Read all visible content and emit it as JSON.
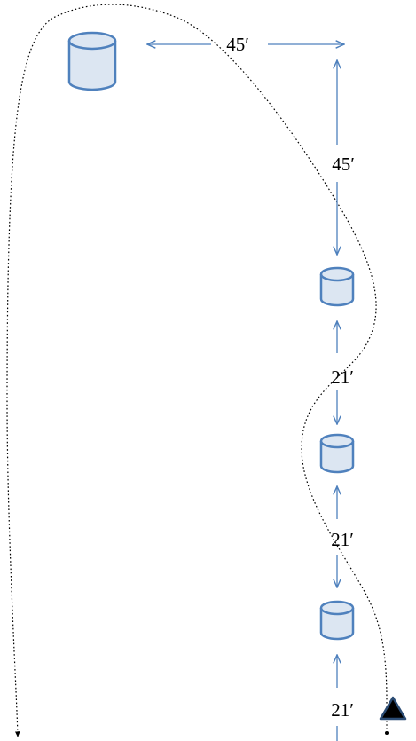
{
  "colors": {
    "barrel_fill": "#dce6f2",
    "barrel_stroke": "#4f81bd",
    "arrow": "#4f81bd",
    "path": "#000000",
    "start_marker_fill": "#000000",
    "start_marker_stroke": "#2c4d75"
  },
  "labels": {
    "top_horizontal": "45′",
    "right_vertical": "45′",
    "gap_upper": "21′",
    "gap_middle": "21′",
    "gap_lower": "21′"
  },
  "icons": {
    "barrel": "cylinder",
    "start": "triangle"
  }
}
